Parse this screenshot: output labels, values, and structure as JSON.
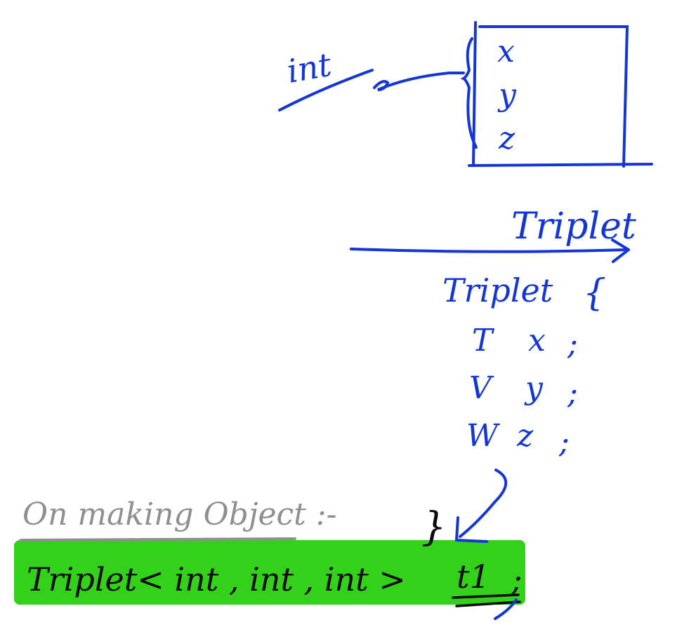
{
  "colors": {
    "ink_blue": "#1536d6",
    "ink_black": "#0a0a0a",
    "ink_gray": "#8f8f8f",
    "highlight_green": "#34d11b"
  },
  "box": {
    "fields": [
      "x",
      "y",
      "z"
    ],
    "type_label": "int"
  },
  "arrow_label": "Triplet",
  "class_def": {
    "header": "Triplet",
    "open_brace": "{",
    "members": [
      {
        "type": "T",
        "name": "x",
        "end": ";"
      },
      {
        "type": "V",
        "name": "y",
        "end": ";"
      },
      {
        "type": "W",
        "name": "z",
        "end": ";"
      }
    ],
    "close_brace": "}"
  },
  "object_note": {
    "heading": "On making Object :-",
    "declaration": "Triplet< int , int , int >",
    "instance": "t1",
    "semicolon": ";"
  }
}
